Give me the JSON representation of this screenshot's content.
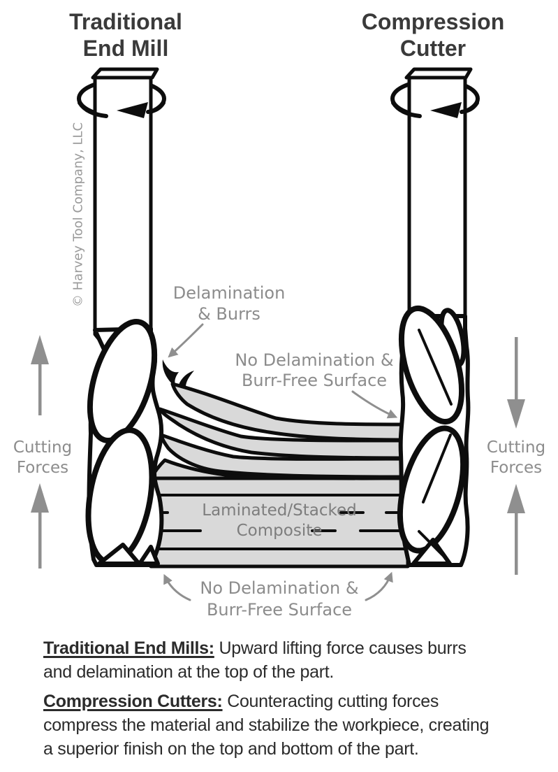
{
  "diagram": {
    "left_title": {
      "line1": "Traditional",
      "line2": "End Mill"
    },
    "right_title": {
      "line1": "Compression",
      "line2": "Cutter"
    },
    "copyright": "© Harvey Tool Company, LLC",
    "labels": {
      "delamination": {
        "line1": "Delamination",
        "line2": "& Burrs"
      },
      "no_delam_top": {
        "line1": "No Delamination &",
        "line2": "Burr-Free Surface"
      },
      "no_delam_bottom": {
        "line1": "No Delamination &",
        "line2": "Burr-Free Surface"
      },
      "composite": {
        "line1": "Laminated/Stacked",
        "line2": "Composite"
      },
      "cutting_forces_left": {
        "line1": "Cutting",
        "line2": "Forces"
      },
      "cutting_forces_right": {
        "line1": "Cutting",
        "line2": "Forces"
      }
    },
    "colors": {
      "ink": "#0d0d0d",
      "layer_fill": "#d9d9d9",
      "label_gray": "#8c8c8c",
      "arrow_gray": "#8f8f8f",
      "title_color": "#3a3a3a",
      "body_text": "#2b2b2b"
    }
  },
  "footer": {
    "paragraphs": [
      {
        "lead": "Traditional End Mills:",
        "rest": " Upward lifting force causes burrs",
        "line2": "and delamination at the top of the part."
      },
      {
        "lead": "Compression Cutters:",
        "rest": " Counteracting cutting forces",
        "line2": "compress the material and stabilize the workpiece, creating",
        "line3": "a superior finish on the top and bottom of the part."
      }
    ]
  }
}
